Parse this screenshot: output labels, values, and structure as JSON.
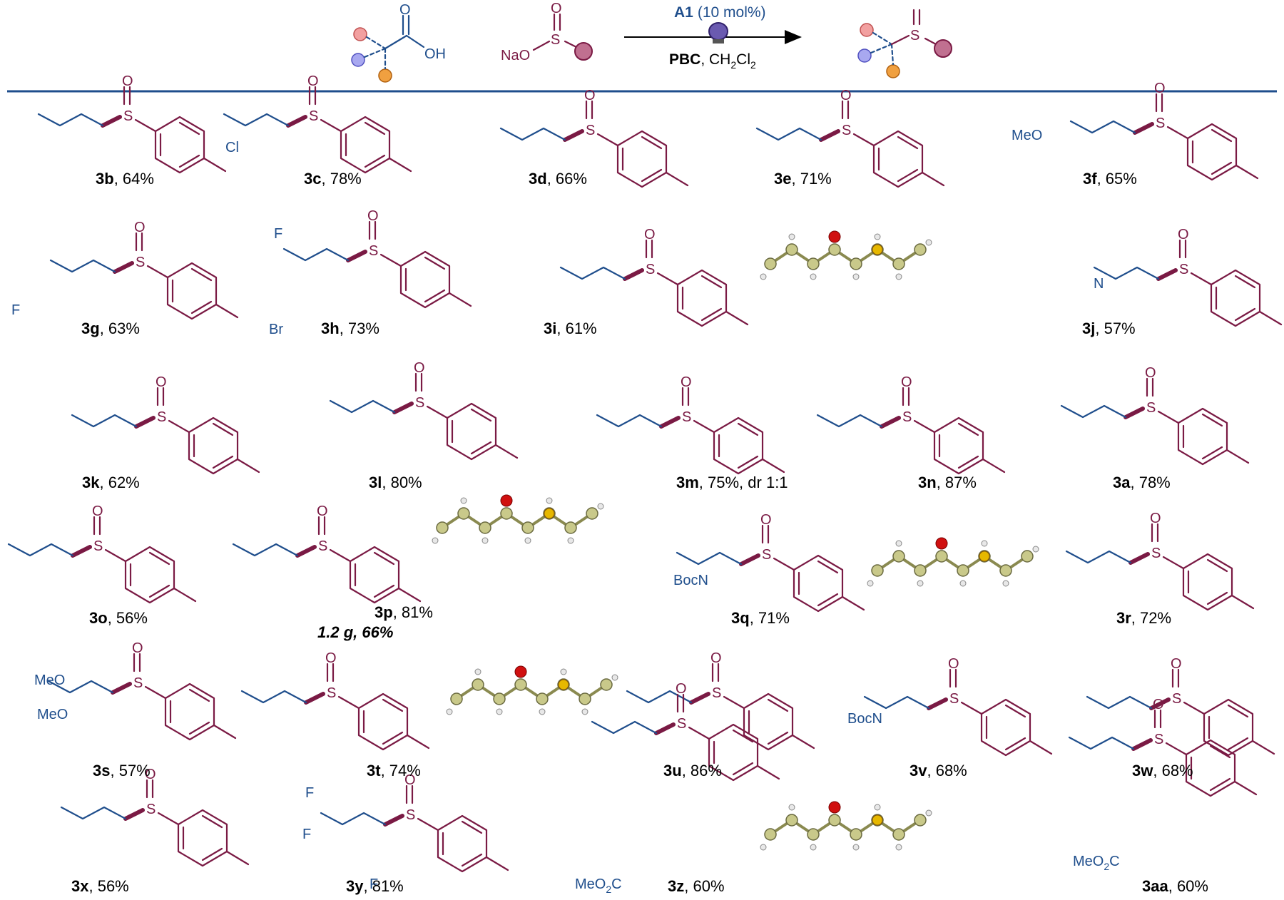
{
  "reaction": {
    "catalyst": "A1",
    "loading": "(10 mol%)",
    "reagent": "PBC",
    "solvent_prefix": "CH",
    "solvent_sub1": "2",
    "solvent_mid": "Cl",
    "solvent_sub2": "2",
    "atom_na": "NaO",
    "atom_s": "S",
    "atom_o": "O",
    "atom_oh": "OH",
    "atom_o2": "O"
  },
  "colors": {
    "blue": "#1f4e8c",
    "maroon": "#7a1a44",
    "pink_circle": "#f2a0a0",
    "purple_circle": "#a8a8f0",
    "orange_circle": "#f0a040",
    "product_circle": "#c07090",
    "divider": "#1f4e8c",
    "xray_carbon": "#c9c98a",
    "xray_oxygen": "#d01010",
    "xray_sulfur": "#e6b800",
    "xray_nitrogen": "#1040a0"
  },
  "compounds": [
    {
      "id": "3b",
      "yield": ", 64%"
    },
    {
      "id": "3c",
      "yield": ", 78%"
    },
    {
      "id": "3d",
      "yield": ", 66%"
    },
    {
      "id": "3e",
      "yield": ", 71%"
    },
    {
      "id": "3f",
      "yield": ", 65%"
    },
    {
      "id": "3g",
      "yield": ", 63%"
    },
    {
      "id": "3h",
      "yield": ", 73%"
    },
    {
      "id": "3i",
      "yield": ", 61%"
    },
    {
      "id": "3j",
      "yield": ", 57%"
    },
    {
      "id": "3k",
      "yield": ", 62%"
    },
    {
      "id": "3l",
      "yield": ", 80%"
    },
    {
      "id": "3m",
      "yield": ", 75%, dr 1:1"
    },
    {
      "id": "3n",
      "yield": ", 87%"
    },
    {
      "id": "3a",
      "yield": ", 78%"
    },
    {
      "id": "3o",
      "yield": ", 56%"
    },
    {
      "id": "3p",
      "yield": ", 81%"
    },
    {
      "id": "3q",
      "yield": ", 71%"
    },
    {
      "id": "3r",
      "yield": ", 72%"
    },
    {
      "id": "3s",
      "yield": ", 57%"
    },
    {
      "id": "3t",
      "yield": ", 74%"
    },
    {
      "id": "3u",
      "yield": ", 86%"
    },
    {
      "id": "3v",
      "yield": ", 68%"
    },
    {
      "id": "3w",
      "yield": ", 68%"
    },
    {
      "id": "3x",
      "yield": ", 56%"
    },
    {
      "id": "3y",
      "yield": ", 81%"
    },
    {
      "id": "3z",
      "yield": ", 60%"
    },
    {
      "id": "3aa",
      "yield": ", 60%"
    }
  ],
  "scale_note": "1.2 g, 66%",
  "atom_labels": {
    "cl": "Cl",
    "meo": "MeO",
    "f": "F",
    "br": "Br",
    "n": "N",
    "bocn": "BocN",
    "meo2c": "MeO",
    "meo2c_sub": "2",
    "meo2c_c": "C"
  }
}
